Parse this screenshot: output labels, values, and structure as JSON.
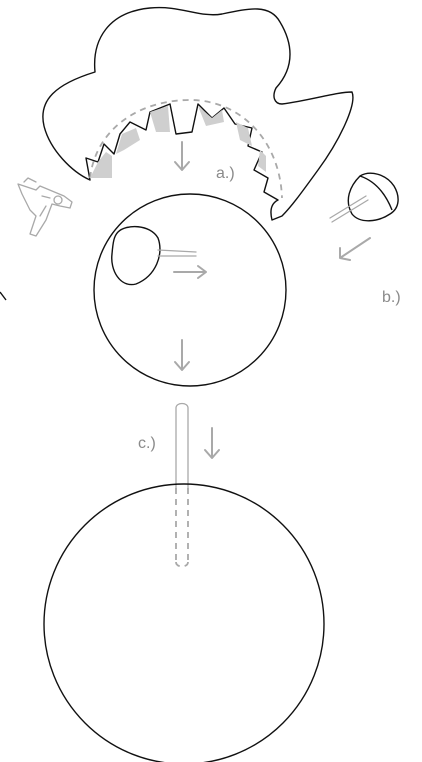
{
  "labels": {
    "a": "a.)",
    "b": "b.)",
    "c": "c.)"
  },
  "colors": {
    "outline": "#111111",
    "arrow": "#a9a9a9",
    "label": "#8a8a8a",
    "tab_fill": "#cfcfcf"
  },
  "icons": [
    "glue-gun-icon",
    "down-arrow-icon",
    "right-arrow-icon",
    "diagonal-arrow-icon"
  ]
}
